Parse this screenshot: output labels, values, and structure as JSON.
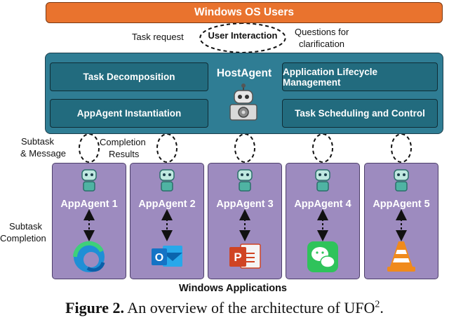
{
  "top": {
    "title": "Windows OS Users"
  },
  "interaction": {
    "center": "User Interaction",
    "left": "Task request",
    "right_line1": "Questions for",
    "right_line2": "clarification"
  },
  "host": {
    "title": "HostAgent",
    "boxes": {
      "task_decomposition": "Task Decomposition",
      "appagent_instantiation": "AppAgent Instantiation",
      "lifecycle": "Application Lifecycle Management",
      "scheduling": "Task Scheduling and Control"
    }
  },
  "links": {
    "subtask_line1": "Subtask",
    "subtask_line2": "& Message",
    "completion_line1": "Completion",
    "completion_line2": "Results",
    "side_line1": "Subtask",
    "side_line2": "Completion"
  },
  "agents": [
    {
      "name": "AppAgent 1",
      "app_icon": "edge-icon",
      "color": "#1f8fd6"
    },
    {
      "name": "AppAgent 2",
      "app_icon": "outlook-icon",
      "color": "#1473c5"
    },
    {
      "name": "AppAgent 3",
      "app_icon": "powerpoint-icon",
      "color": "#d04423"
    },
    {
      "name": "AppAgent 4",
      "app_icon": "wechat-icon",
      "color": "#2fc35b"
    },
    {
      "name": "AppAgent 5",
      "app_icon": "vlc-icon",
      "color": "#f08a1c"
    }
  ],
  "apps_title": "Windows Applications",
  "caption": {
    "prefix": "Figure 2.",
    "text": " An overview of the architecture of UFO",
    "sup": "2",
    "end": "."
  },
  "colors": {
    "orange": "#e9732e",
    "teal": "#2f7d94",
    "purple": "#9d8bbf"
  }
}
